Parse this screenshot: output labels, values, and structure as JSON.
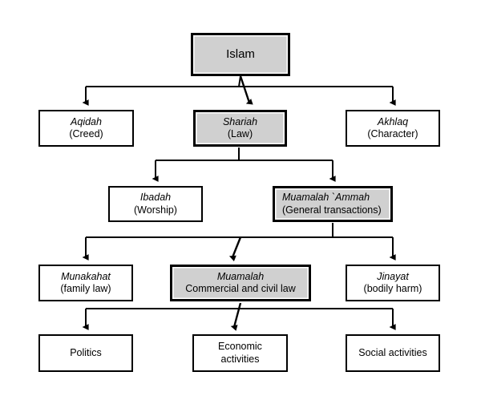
{
  "diagram": {
    "title": "Islam",
    "style": {
      "shaded_fill": "#d0d0d0",
      "plain_fill": "#ffffff",
      "border": "#000000",
      "background": "#ffffff"
    },
    "nodes": [
      {
        "id": "islam",
        "line1": "Islam",
        "line2": "",
        "shaded": true,
        "level": 0
      },
      {
        "id": "aqidah",
        "line1": "Aqidah",
        "line2": "(Creed)",
        "shaded": false,
        "level": 1
      },
      {
        "id": "shariah",
        "line1": "Shariah",
        "line2": "(Law)",
        "shaded": true,
        "level": 1
      },
      {
        "id": "akhlaq",
        "line1": "Akhlaq",
        "line2": "(Character)",
        "shaded": false,
        "level": 1
      },
      {
        "id": "ibadah",
        "line1": "Ibadah",
        "line2": "(Worship)",
        "shaded": false,
        "level": 2
      },
      {
        "id": "muamalah-ammah",
        "line1": "Muamalah  `Ammah",
        "line2": "(General transactions)",
        "shaded": true,
        "level": 2
      },
      {
        "id": "munakahat",
        "line1": "Munakahat",
        "line2": "(family law)",
        "shaded": false,
        "level": 3
      },
      {
        "id": "muamalah",
        "line1": "Muamalah",
        "line2": "Commercial and civil law",
        "shaded": true,
        "level": 3
      },
      {
        "id": "jinayat",
        "line1": "Jinayat",
        "line2": "(bodily harm)",
        "shaded": false,
        "level": 3
      },
      {
        "id": "politics",
        "line1": "Politics",
        "line2": "",
        "shaded": false,
        "level": 4
      },
      {
        "id": "economic-activities",
        "line1": "Economic",
        "line2": "activities",
        "shaded": false,
        "level": 4
      },
      {
        "id": "social-activities",
        "line1": "Social activities",
        "line2": "",
        "shaded": false,
        "level": 4
      }
    ],
    "edges": [
      {
        "from": "islam",
        "to": "aqidah",
        "kind": "elbow"
      },
      {
        "from": "islam",
        "to": "shariah",
        "kind": "slanted"
      },
      {
        "from": "islam",
        "to": "akhlaq",
        "kind": "elbow"
      },
      {
        "from": "shariah",
        "to": "ibadah",
        "kind": "elbow"
      },
      {
        "from": "shariah",
        "to": "muamalah-ammah",
        "kind": "elbow"
      },
      {
        "from": "muamalah-ammah",
        "to": "munakahat",
        "kind": "elbow"
      },
      {
        "from": "muamalah-ammah",
        "to": "muamalah",
        "kind": "slanted"
      },
      {
        "from": "muamalah-ammah",
        "to": "jinayat",
        "kind": "elbow"
      },
      {
        "from": "muamalah",
        "to": "politics",
        "kind": "elbow"
      },
      {
        "from": "muamalah",
        "to": "economic-activities",
        "kind": "slanted"
      },
      {
        "from": "muamalah",
        "to": "social-activities",
        "kind": "elbow"
      }
    ]
  }
}
